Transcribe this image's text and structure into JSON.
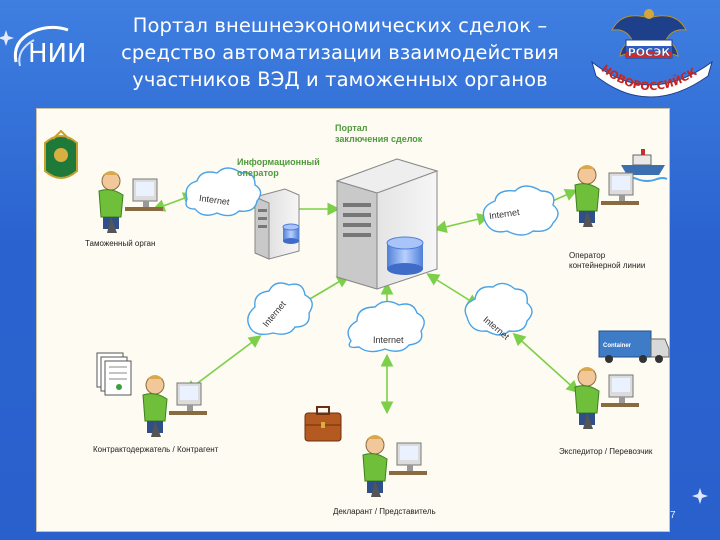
{
  "header": {
    "logo_text": "НИИ",
    "title_lines": [
      "Портал внешнеэкономических сделок –",
      "средство автоматизации взаимодействия",
      "участников ВЭД и таможенных органов"
    ],
    "emblem_top": "РОСЭК",
    "emblem_arc": "НОВОРОССИЙСК"
  },
  "diagram": {
    "portal_label": [
      "Портал",
      "заключения сделок"
    ],
    "operator_label": [
      "Информационный",
      "оператор"
    ],
    "clouds": [
      "Internet",
      "Internet",
      "Internet",
      "Internet",
      "Internet"
    ],
    "participants": {
      "customs": "Таможенный орган",
      "line_operator": [
        "Оператор",
        "контейнерной линии"
      ],
      "contract_holder": "Контрактодержатель / Контрагент",
      "declarant": "Декларант / Представитель",
      "forwarder": "Экспедитор / Перевозчик"
    },
    "truck_text": "Container",
    "colors": {
      "arrow": "#7ccf48",
      "green_label": "#4f9a3d"
    }
  },
  "page_number": "7"
}
